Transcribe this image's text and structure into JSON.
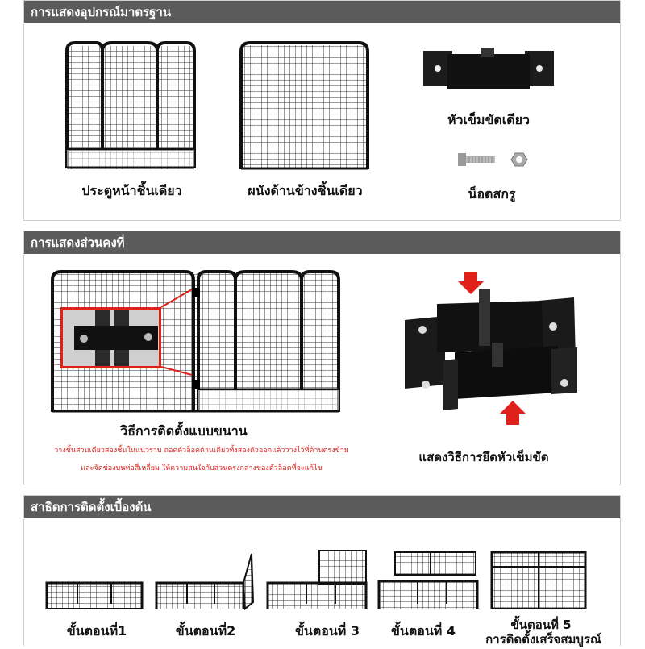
{
  "section1": {
    "title": "การแสดงอุปกรณ์มาตรฐาน",
    "items": [
      {
        "label": "ประตูหน้าชิ้นเดียว",
        "icon": "gate-panel-icon"
      },
      {
        "label": "ผนังด้านข้างชิ้นเดียว",
        "icon": "wall-panel-icon"
      },
      {
        "label": "หัวเข็มขัดเดียว",
        "icon": "buckle-clip-icon"
      },
      {
        "label": "น็อตสกรู",
        "icon": "bolt-nut-icon"
      }
    ]
  },
  "section2": {
    "title": "การแสดงส่วนคงที่",
    "install_title": "วิธีการติดตั้งแบบขนาน",
    "install_note_line1": "วางชิ้นส่วนเดียวสองชิ้นในแนวราบ ถอดตัวล็อคด้านเดียวทั้งสองตัวออกแล้ววางไว้ที่ด้านตรงข้าม",
    "install_note_line2": "และจัดช่องบนท่อสี่เหลี่ยม ให้ความสนใจกับส่วนตรงกลางของตัวล็อคที่จะแก้ไข",
    "buckle_caption": "แสดงวิธีการยึดหัวเข็มขัด",
    "accent_color": "#e0201b"
  },
  "section3": {
    "title": "สาธิตการติดตั้งเบื้องต้น",
    "steps": [
      {
        "label": "ขั้นตอนที่1"
      },
      {
        "label": "ขั้นตอนที่2"
      },
      {
        "label": "ขั้นตอนที่ 3"
      },
      {
        "label": "ขั้นตอนที่ 4"
      },
      {
        "label": "ขั้นตอนที่ 5",
        "sublabel": "การติดตั้งเสร็จสมบูรณ์"
      }
    ]
  }
}
